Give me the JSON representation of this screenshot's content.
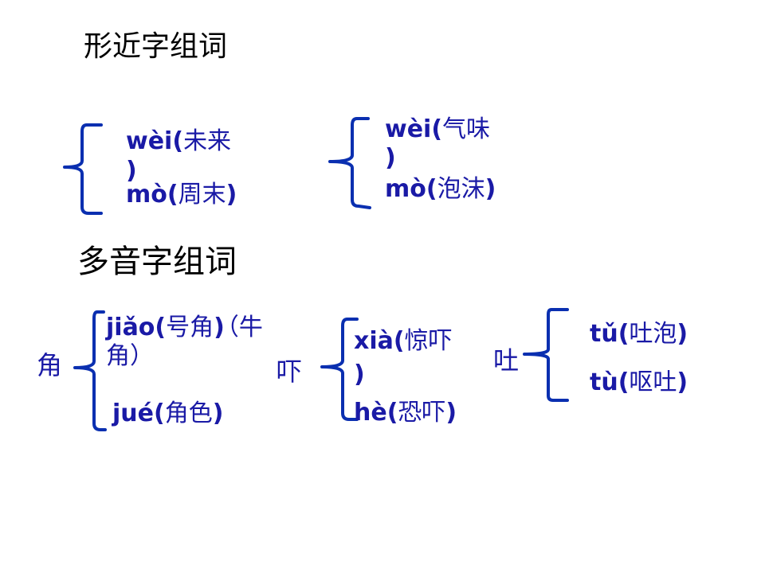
{
  "section1": {
    "title": "形近字组词",
    "groups": [
      {
        "entries": [
          {
            "pinyin": "wèi(",
            "words": "未来",
            "close": ")"
          },
          {
            "pinyin": "mò(",
            "words": "周末",
            "close": ")"
          }
        ]
      },
      {
        "entries": [
          {
            "pinyin": "wèi(",
            "words": "气味",
            "close": ")"
          },
          {
            "pinyin": "mò(",
            "words": "泡沫",
            "close": ")"
          }
        ]
      }
    ]
  },
  "section2": {
    "title": "多音字组词",
    "groups": [
      {
        "char": "角",
        "entries": [
          {
            "pinyin": "jiǎo(",
            "words": "号角",
            "close": ")",
            "extra": "（牛角）"
          },
          {
            "pinyin": "jué(",
            "words": "角色",
            "close": ")"
          }
        ]
      },
      {
        "char": "吓",
        "entries": [
          {
            "pinyin": "xià(",
            "words": "惊吓",
            "close": ")"
          },
          {
            "pinyin": "hè(",
            "words": "恐吓",
            "close": ")"
          }
        ]
      },
      {
        "char": "吐",
        "entries": [
          {
            "pinyin": "tǔ(",
            "words": "吐泡",
            "close": ")"
          },
          {
            "pinyin": "tù(",
            "words": "呕吐",
            "close": ")"
          }
        ]
      }
    ]
  }
}
